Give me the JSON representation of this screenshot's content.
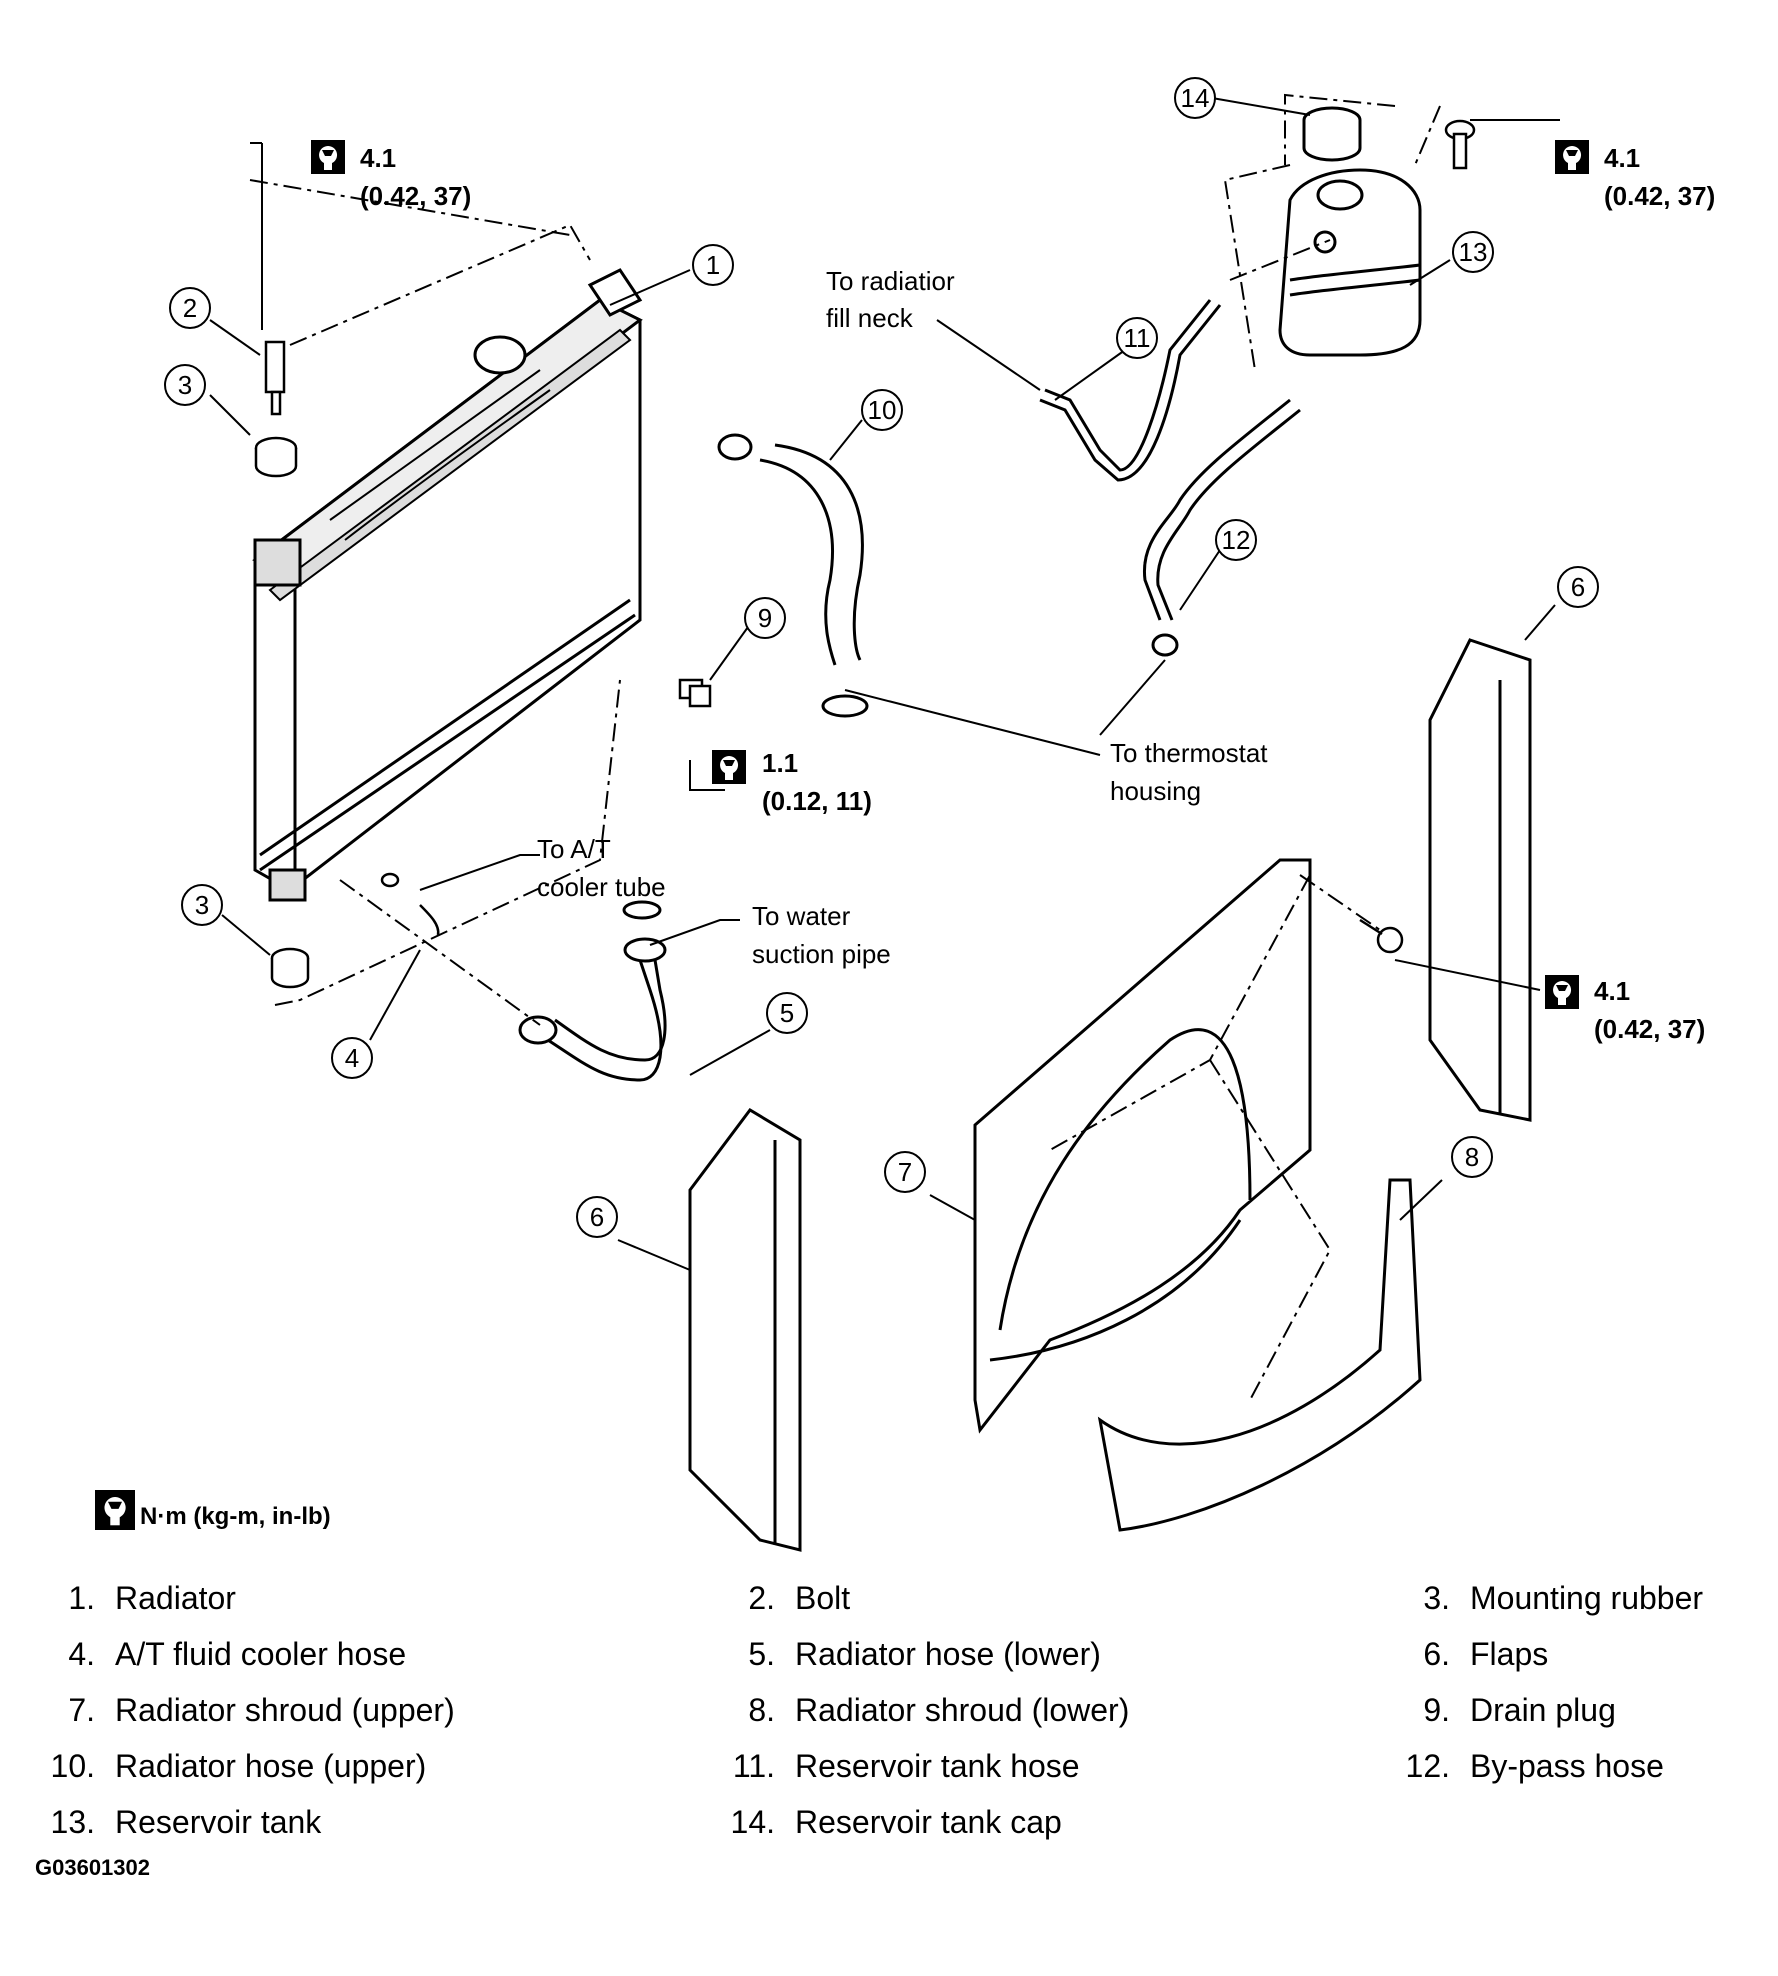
{
  "figure_code": "G03601302",
  "unit_legend": "N·m (kg-m, in-lb)",
  "torque_specs": {
    "bolt_top": {
      "value": "4.1",
      "sub": "(0.42, 37)"
    },
    "drain_plug": {
      "value": "1.1",
      "sub": "(0.12, 11)"
    },
    "reservoir_bolt": {
      "value": "4.1",
      "sub": "(0.42, 37)"
    },
    "shroud_bolt": {
      "value": "4.1",
      "sub": "(0.42, 37)"
    }
  },
  "annotations": {
    "fill_neck_1": "To radiatior",
    "fill_neck_2": "fill neck",
    "thermostat_1": "To thermostat",
    "thermostat_2": "housing",
    "at_cooler_1": "To A/T",
    "at_cooler_2": "cooler tube",
    "suction_1": "To water",
    "suction_2": "suction pipe"
  },
  "callouts": [
    "1",
    "2",
    "3",
    "3",
    "4",
    "5",
    "6",
    "6",
    "7",
    "8",
    "9",
    "10",
    "11",
    "12",
    "13",
    "14"
  ],
  "legend_rows": [
    [
      {
        "num": "1.",
        "label": "Radiator"
      },
      {
        "num": "2.",
        "label": "Bolt"
      },
      {
        "num": "3.",
        "label": "Mounting rubber"
      }
    ],
    [
      {
        "num": "4.",
        "label": "A/T fluid cooler hose"
      },
      {
        "num": "5.",
        "label": "Radiator hose (lower)"
      },
      {
        "num": "6.",
        "label": "Flaps"
      }
    ],
    [
      {
        "num": "7.",
        "label": "Radiator shroud (upper)"
      },
      {
        "num": "8.",
        "label": "Radiator shroud (lower)"
      },
      {
        "num": "9.",
        "label": "Drain plug"
      }
    ],
    [
      {
        "num": "10.",
        "label": "Radiator hose (upper)"
      },
      {
        "num": "11.",
        "label": "Reservoir tank hose"
      },
      {
        "num": "12.",
        "label": "By-pass hose"
      }
    ],
    [
      {
        "num": "13.",
        "label": "Reservoir tank"
      },
      {
        "num": "14.",
        "label": "Reservoir tank cap"
      }
    ]
  ]
}
